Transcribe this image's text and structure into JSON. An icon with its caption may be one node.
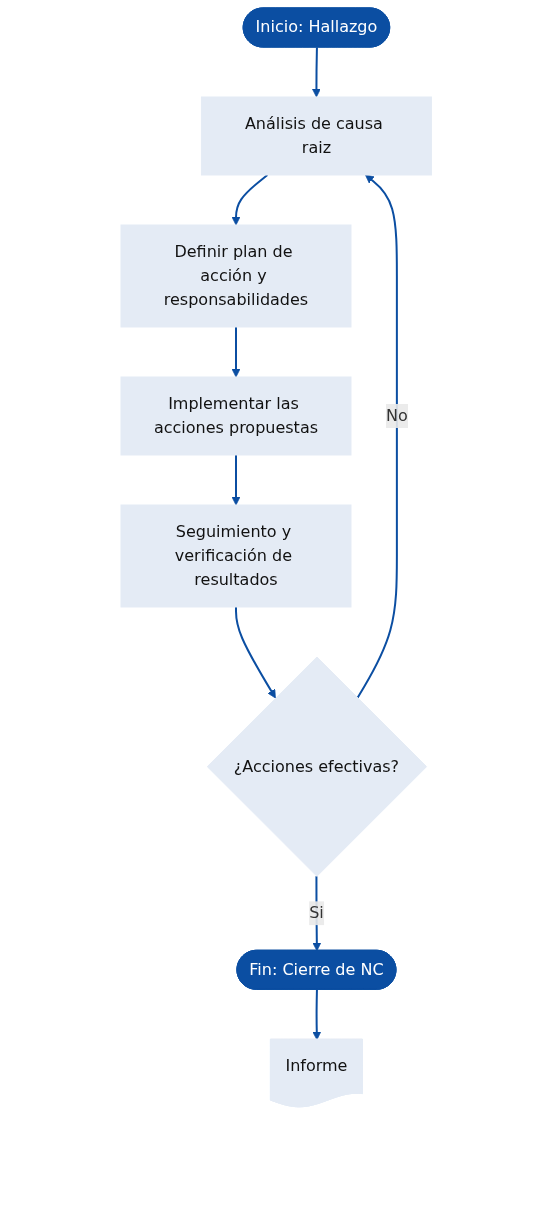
{
  "diagram": {
    "nodes": [
      {
        "text": [
          "Inicio: Hallazgo"
        ]
      },
      {
        "text": [
          "Análisis de causa raiz"
        ]
      },
      {
        "text": [
          "Definir plan de acción y responsabilidades"
        ]
      },
      {
        "text": [
          "Implementar las acciones propuestas"
        ]
      },
      {
        "text": [
          "Seguimiento y verificación de resultados"
        ]
      },
      {
        "text": [
          "¿Acciones efectivas?"
        ]
      },
      {
        "text": [
          "Fin: Cierre de NC"
        ]
      },
      {
        "text": [
          "Informe"
        ]
      }
    ],
    "edges": [
      {
        "from": 0,
        "to": 1,
        "arrow": "to"
      },
      {
        "from": 1,
        "to": 2,
        "arrow": "to"
      },
      {
        "from": 2,
        "to": 3,
        "arrow": "to"
      },
      {
        "from": 3,
        "to": 4,
        "arrow": "to"
      },
      {
        "from": 4,
        "to": 5,
        "arrow": "to"
      },
      {
        "from": 5,
        "to": 1,
        "label": "No",
        "arrow": "to"
      },
      {
        "from": 5,
        "to": 6,
        "label": "Si",
        "arrow": "to"
      },
      {
        "from": 6,
        "to": 7,
        "arrow": "to"
      }
    ]
  }
}
